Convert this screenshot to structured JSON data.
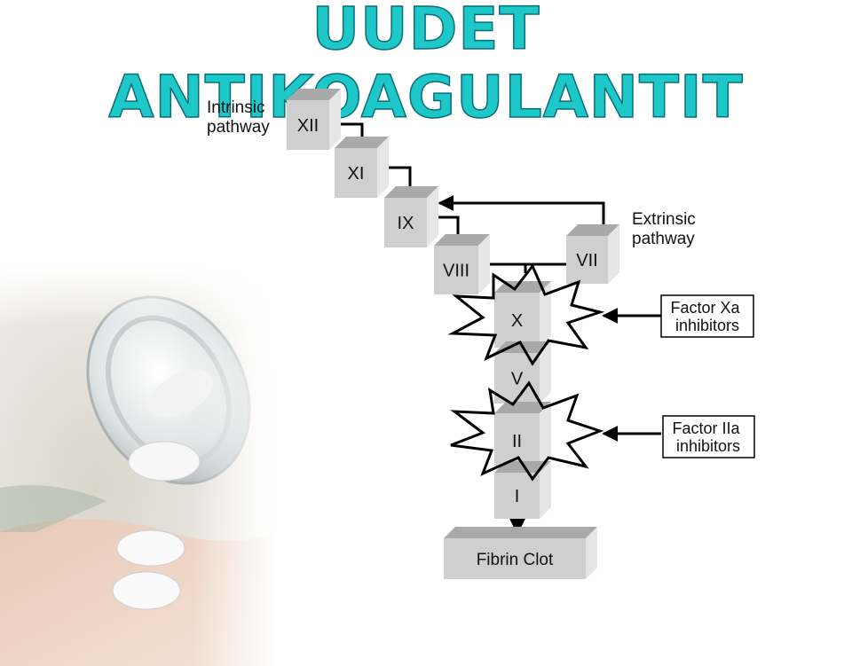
{
  "title": "UUDET ANTIKOAGULANTIT",
  "diagram": {
    "intrinsic_label": [
      "Intrinsic",
      "pathway"
    ],
    "extrinsic_label": [
      "Extrinsic",
      "pathway"
    ],
    "factors": {
      "xii": "XII",
      "xi": "XI",
      "ix": "IX",
      "viii": "VIII",
      "vii": "VII",
      "x": "X",
      "v": "V",
      "ii": "II",
      "i": "I"
    },
    "fibrin_clot": "Fibrin Clot",
    "xa_inhibitors": [
      "Factor Xa",
      "inhibitors"
    ],
    "iia_inhibitors": [
      "Factor IIa",
      "inhibitors"
    ]
  },
  "colors": {
    "title_fill": "#1ec8c8",
    "title_stroke": "#0b6d78",
    "box_front": "#cfcfcf",
    "box_top": "#a9a9a9",
    "box_side": "#e6e6e6"
  }
}
